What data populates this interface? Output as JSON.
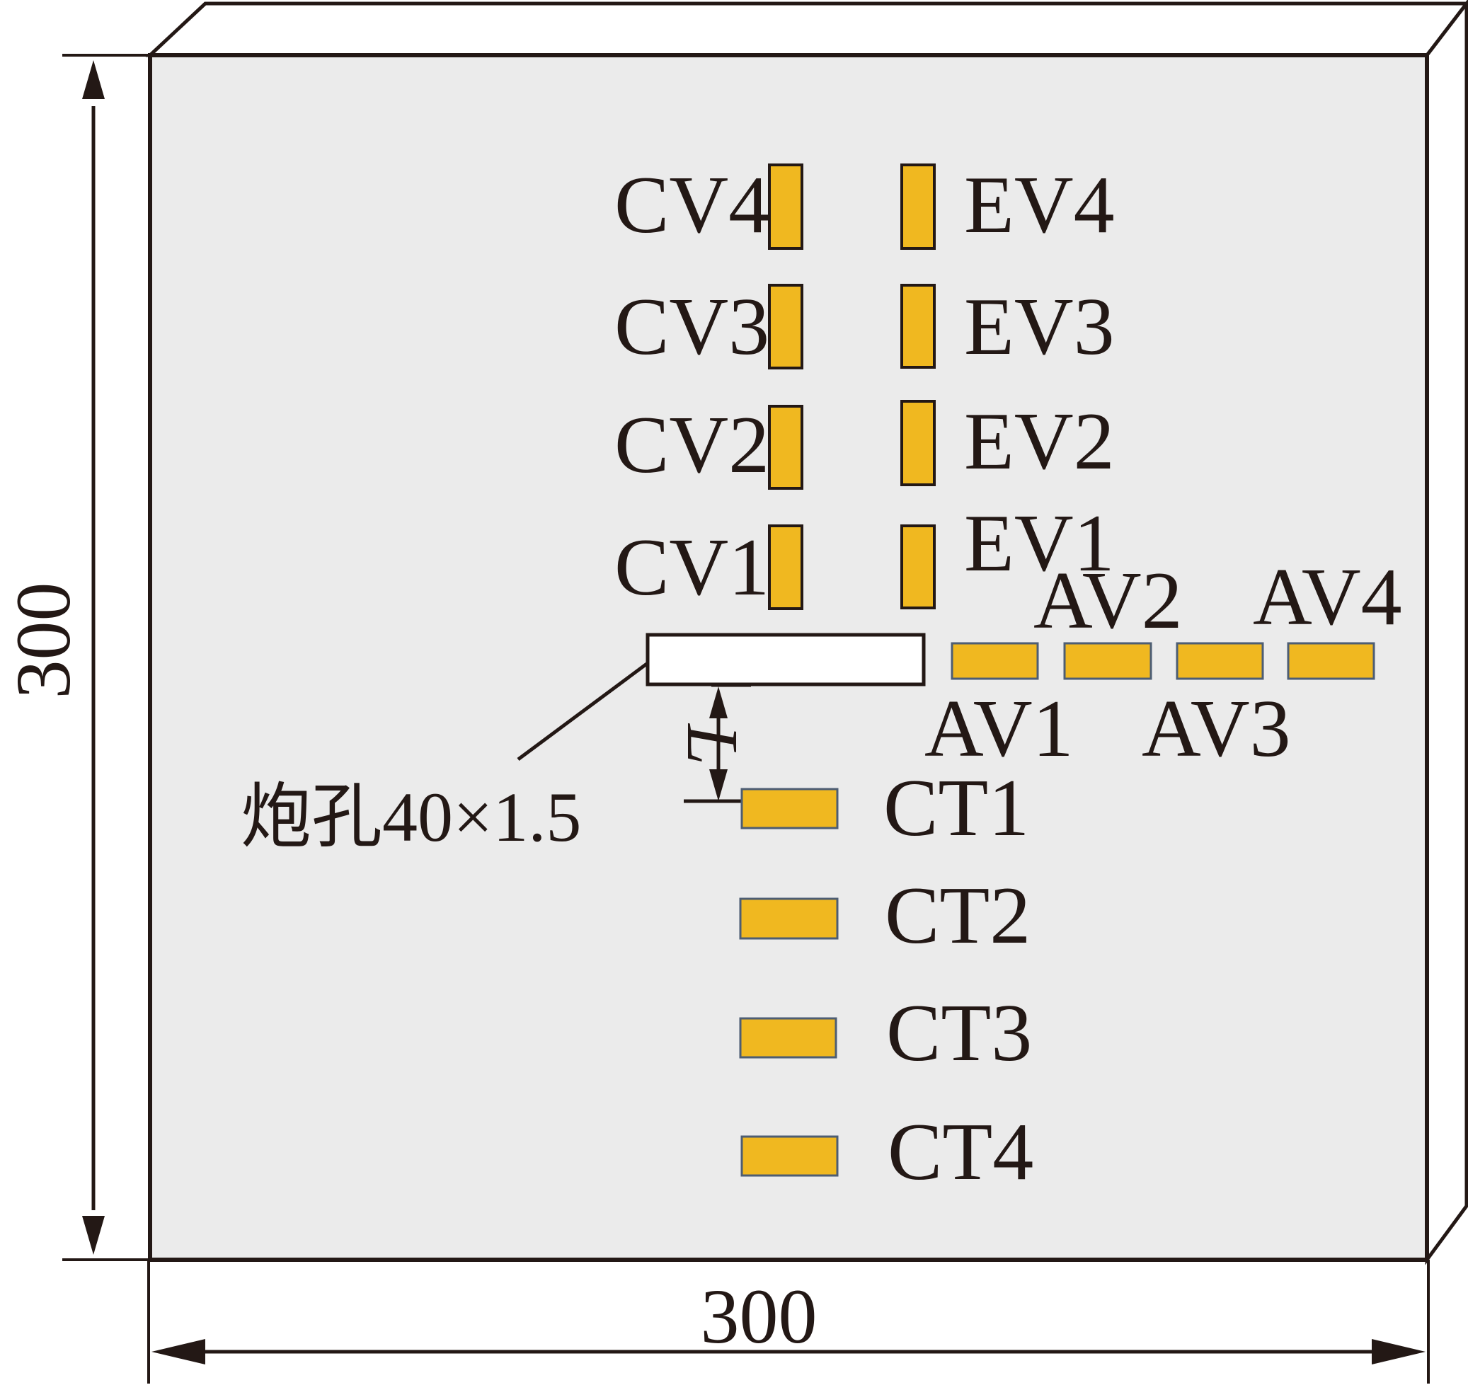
{
  "colors": {
    "plate_face": "#ebebeb",
    "gauge_fill": "#f0b820",
    "gauge_stroke_vertical": "#231815",
    "gauge_stroke_horizontal": "#4d5d73",
    "line": "#231815",
    "hole_fill": "#ffffff"
  },
  "dimensions": {
    "height": "300",
    "width": "300"
  },
  "distance_label": "L",
  "blast_hole_label": "炮孔40×1.5",
  "gauges": {
    "cv": [
      {
        "name": "CV4",
        "orientation": "vertical"
      },
      {
        "name": "CV3",
        "orientation": "vertical"
      },
      {
        "name": "CV2",
        "orientation": "vertical"
      },
      {
        "name": "CV1",
        "orientation": "vertical"
      }
    ],
    "ev": [
      {
        "name": "EV4",
        "orientation": "vertical"
      },
      {
        "name": "EV3",
        "orientation": "vertical"
      },
      {
        "name": "EV2",
        "orientation": "vertical"
      },
      {
        "name": "EV1",
        "orientation": "vertical"
      }
    ],
    "av": [
      {
        "name": "AV1",
        "orientation": "horizontal"
      },
      {
        "name": "AV2",
        "orientation": "horizontal"
      },
      {
        "name": "AV3",
        "orientation": "horizontal"
      },
      {
        "name": "AV4",
        "orientation": "horizontal"
      }
    ],
    "ct": [
      {
        "name": "CT1",
        "orientation": "horizontal"
      },
      {
        "name": "CT2",
        "orientation": "horizontal"
      },
      {
        "name": "CT3",
        "orientation": "horizontal"
      },
      {
        "name": "CT4",
        "orientation": "horizontal"
      }
    ]
  }
}
